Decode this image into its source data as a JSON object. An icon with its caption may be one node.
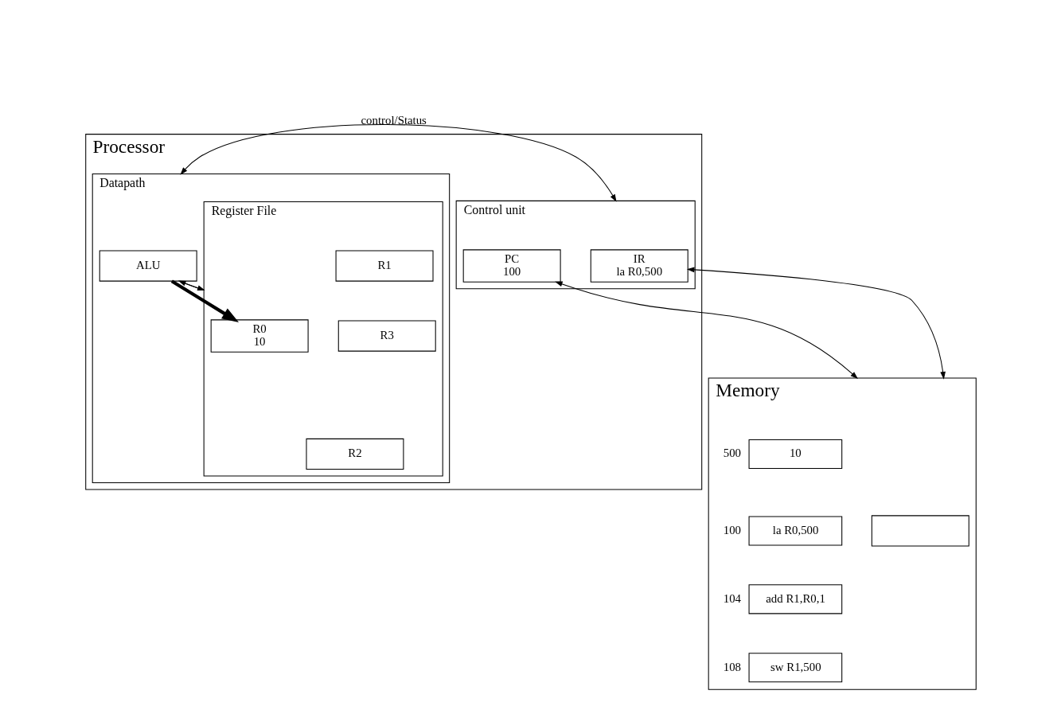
{
  "diagram": {
    "nodes": [
      {
        "text": [
          "Processor"
        ]
      },
      {
        "text": [
          "Control unit"
        ],
        "in": 0
      },
      {
        "text": [
          "PC",
          "100"
        ],
        "in": 1
      },
      {
        "text": [
          "IR",
          "la R0,500"
        ],
        "in": 1
      },
      {
        "text": [
          "Datapath"
        ],
        "in": 0
      },
      {
        "text": [
          "ALU"
        ],
        "in": 4
      },
      {
        "text": [
          "Register File"
        ],
        "in": 4
      },
      {
        "text": [
          "R0",
          "10"
        ],
        "in": 6
      },
      {
        "text": [
          "R1"
        ],
        "in": 6
      },
      {
        "text": [
          "R2"
        ],
        "in": 6
      },
      {
        "text": [
          "R3"
        ],
        "in": 6
      },
      {
        "text": [
          "Memory"
        ]
      },
      {
        "text": [
          "la R0,500"
        ],
        "in": 11,
        "beside": [
          "100"
        ]
      },
      {
        "text": [
          "add R1,R0,1"
        ],
        "in": 11,
        "beside": [
          "104"
        ]
      },
      {
        "text": [
          "sw R1,500"
        ],
        "in": 11,
        "beside": [
          "108"
        ]
      },
      {
        "text": [
          "10"
        ],
        "in": 11,
        "beside": [
          "500"
        ]
      },
      {
        "text": [],
        "shape": "box",
        "in": 11
      }
    ],
    "edges": [
      {
        "from": 1,
        "to": 4,
        "arrow": "both",
        "label": "control/Status"
      },
      {
        "from": 5,
        "to": 6,
        "arrow": "to"
      },
      {
        "from": 6,
        "to": 5,
        "arrow": "to"
      },
      {
        "from": 5,
        "to": 7,
        "arrow": "to",
        "style": "thick"
      },
      {
        "from": 2,
        "to": 11,
        "arrow": "both"
      },
      {
        "from": 3,
        "to": 11,
        "arrow": "both"
      }
    ]
  }
}
